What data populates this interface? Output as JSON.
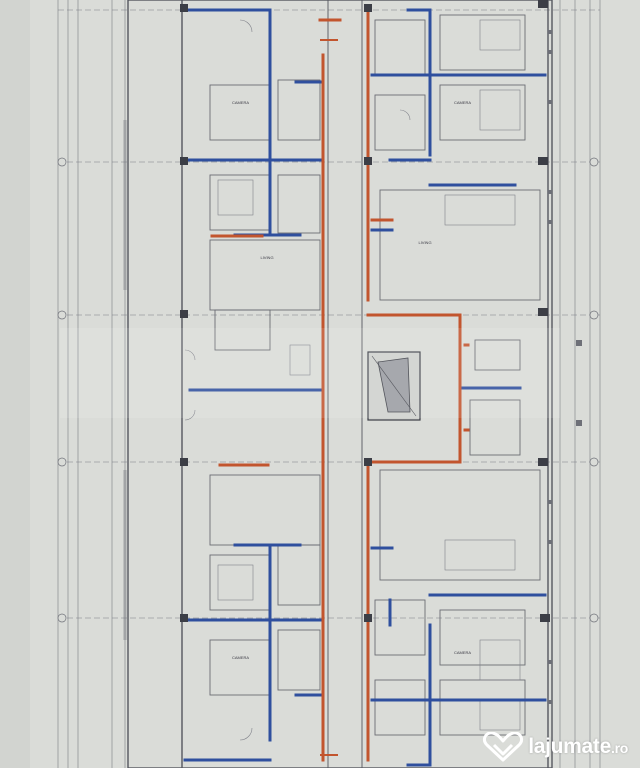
{
  "watermark": {
    "brand": "lajumate",
    "tld": ".ro",
    "icon": "heart-chat-icon",
    "color": "#ffffff"
  },
  "colors": {
    "paper": "#dadcd8",
    "line": "#6e7078",
    "blue_wall": "#2f4f9e",
    "red_wall": "#c2552e"
  },
  "rooms": {
    "left_upper": "CAMERA",
    "left_mid": "LIVING",
    "left_lower": "CAMERA",
    "right_upper": "CAMERA",
    "right_mid": "LIVING",
    "right_lower": "CAMERA"
  }
}
